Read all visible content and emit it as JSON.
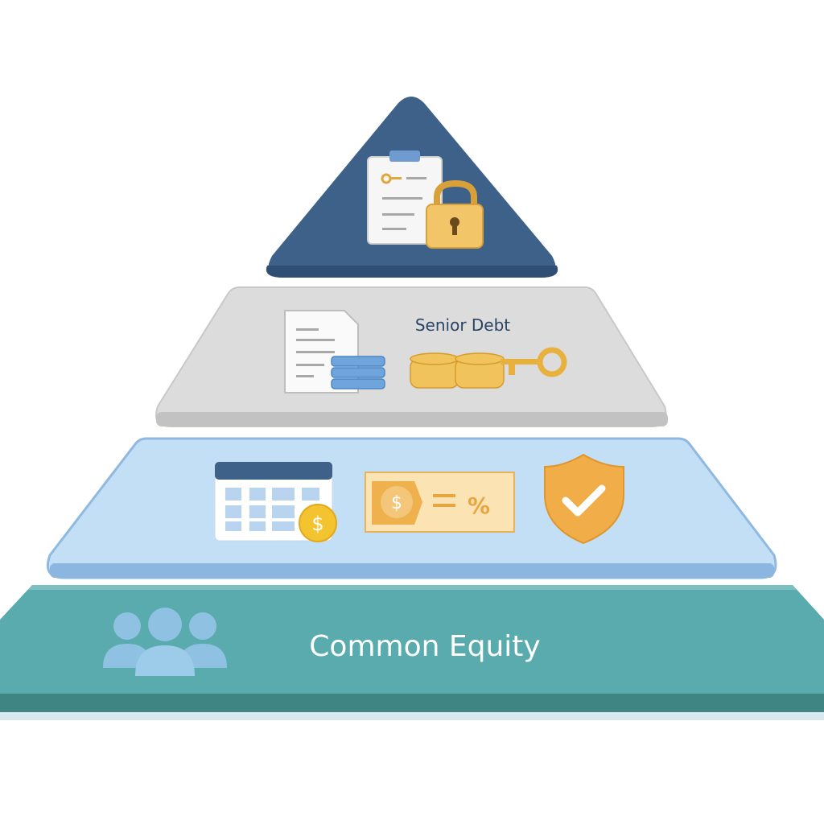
{
  "tiers": [
    {
      "id": "top",
      "label": "",
      "icons": [
        "clipboard-icon",
        "padlock-icon"
      ],
      "color": "#3d6189"
    },
    {
      "id": "senior-debt",
      "label": "Senior Debt",
      "icons": [
        "document-icon",
        "database-stack-icon",
        "coins-icon",
        "key-icon"
      ],
      "color": "#dcdcdc"
    },
    {
      "id": "mezzanine",
      "label": "",
      "icons": [
        "calendar-icon",
        "dollar-coin-icon",
        "banknote-percent-icon",
        "shield-check-icon"
      ],
      "color": "#c3dff5"
    },
    {
      "id": "common-equity",
      "label": "Common Equity",
      "icons": [
        "people-group-icon"
      ],
      "color": "#5aabad"
    }
  ]
}
